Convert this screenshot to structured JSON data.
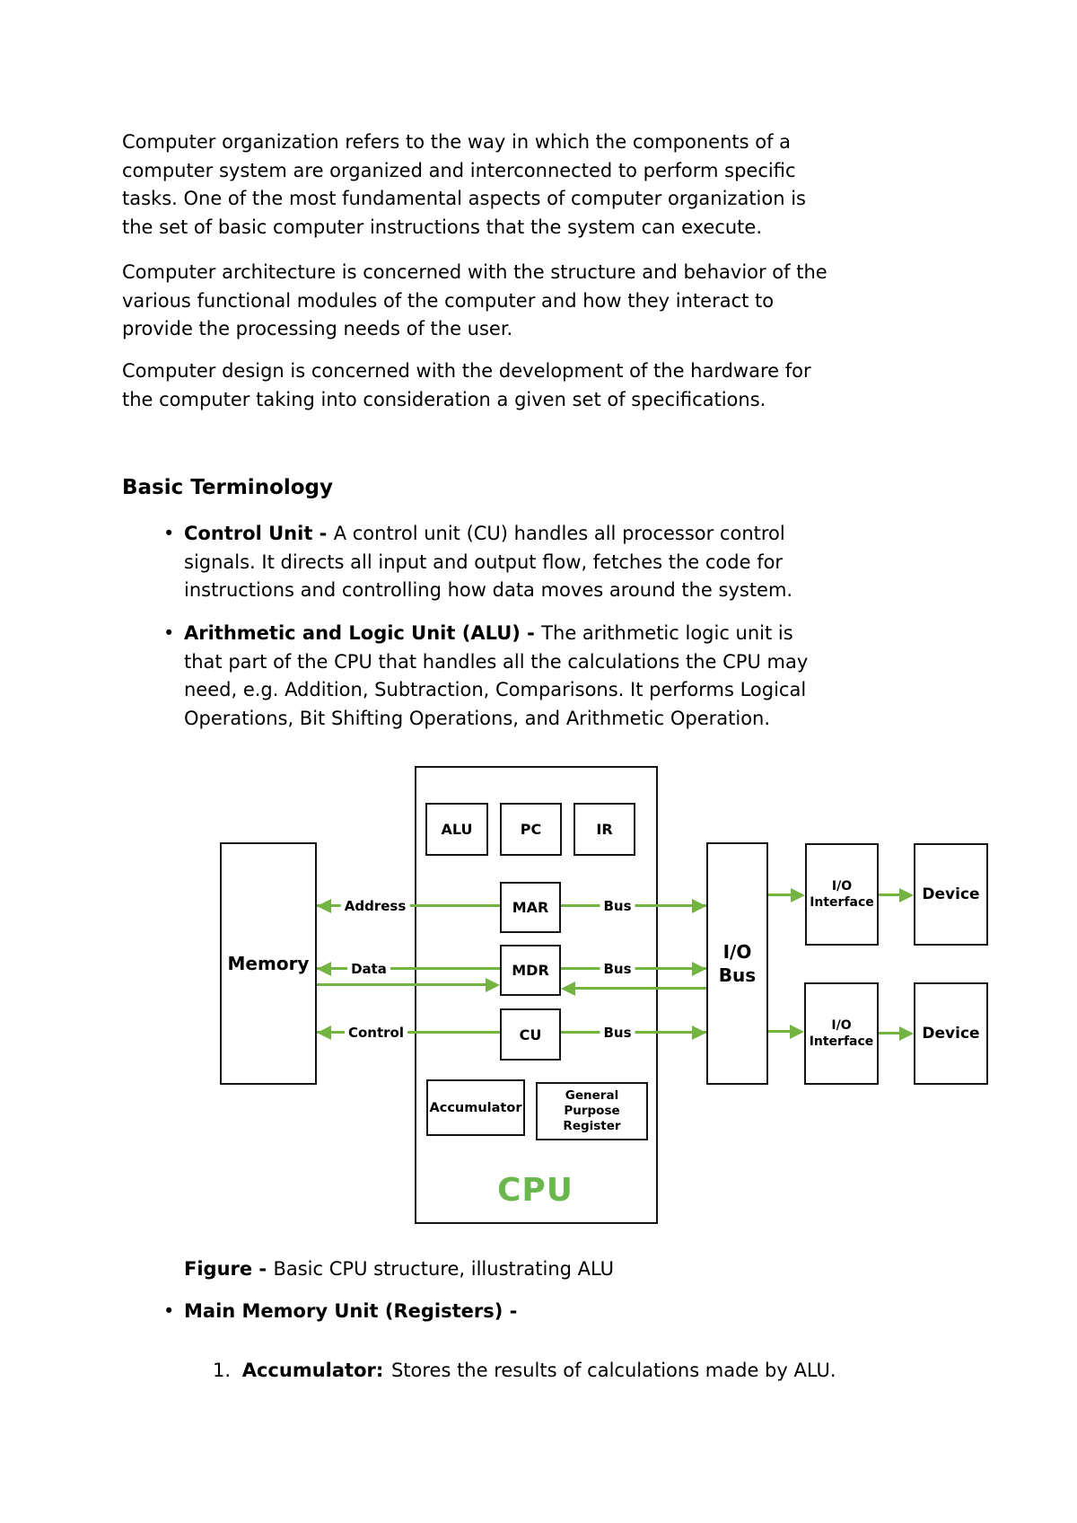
{
  "page": {
    "bullet_char": "•",
    "paragraphs": [
      "Computer organization refers to the way in which the components of a\ncomputer system are organized and interconnected to perform specific\ntasks. One of the most fundamental aspects of computer organization is\nthe set of basic computer instructions that the system can execute.",
      "Computer architecture is concerned with the structure and behavior of the\nvarious functional modules of the computer and how they interact to\nprovide the processing needs of the user.",
      "Computer design is concerned with the development of the hardware for\nthe computer taking into consideration a given set of specifications.",
      "Basic Terminology"
    ],
    "bullets": [
      {
        "term": "Control Unit - ",
        "text": "A control unit (CU) handles all processor control\nsignals. It directs all input and output flow, fetches the code for\ninstructions and controlling how data moves around the system."
      },
      {
        "term": "Arithmetic and Logic Unit (ALU) - ",
        "text": "The arithmetic logic unit is\nthat part of the CPU that handles all the calculations the CPU may\nneed, e.g. Addition, Subtraction, Comparisons. It performs Logical\nOperations, Bit Shifting Operations, and Arithmetic Operation."
      },
      {
        "term": "Main Memory Unit (Registers) -",
        "text": ""
      }
    ],
    "figure": {
      "label": "Figure - ",
      "caption": "Basic CPU structure, illustrating ALU"
    },
    "numbered_item": {
      "num": "1.",
      "term": "Accumulator:",
      "text": "Stores the results of calculations made by ALU."
    }
  },
  "diagram": {
    "boxes": {
      "memory": "Memory",
      "cpu": "CPU",
      "alu": "ALU",
      "pc": "PC",
      "ir": "IR",
      "mar": "MAR",
      "mdr": "MDR",
      "cu": "CU",
      "accumulator": "Accumulator",
      "general_purpose_register": "General\nPurpose\nRegister",
      "io_bus": "I/O\nBus",
      "io_interface": "I/O\nInterface",
      "device": "Device"
    },
    "arrow_labels": {
      "address": "Address",
      "data": "Data",
      "control": "Control",
      "bus": "Bus"
    },
    "colors": {
      "arrow_green": "#72b342",
      "cpu_label_green": "#6ab84d",
      "box_border": "#141414"
    }
  }
}
